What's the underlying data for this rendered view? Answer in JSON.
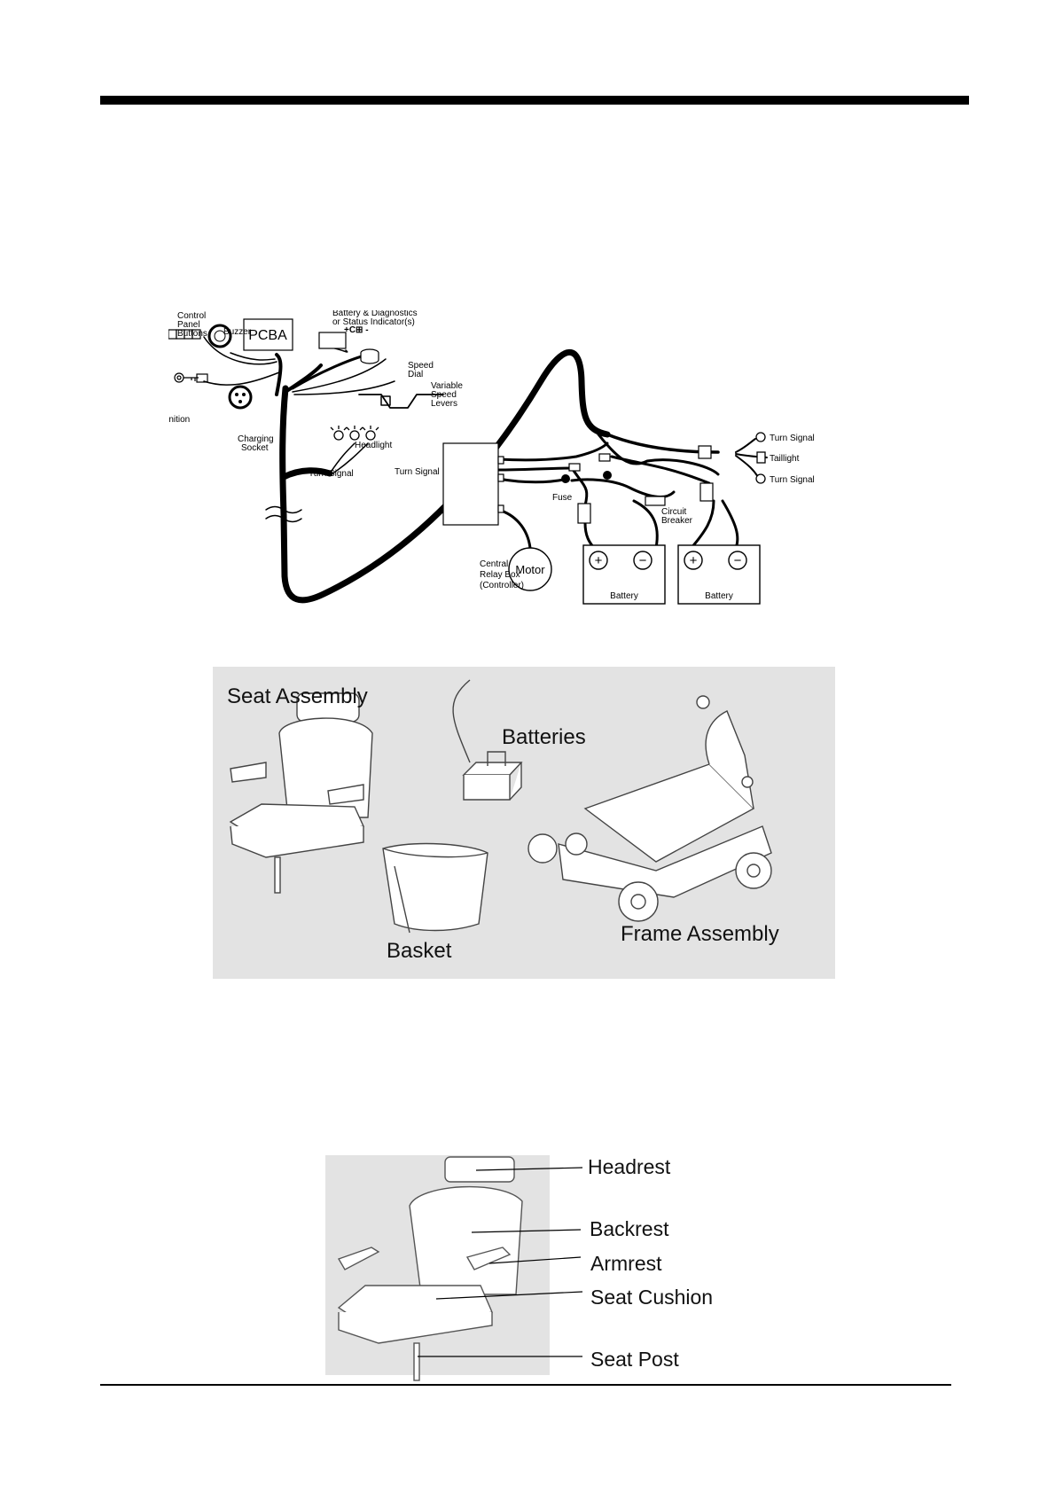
{
  "wiring_diagram": {
    "labels": {
      "control_panel_buttons": [
        "Control",
        "Panel",
        "Buttons"
      ],
      "buzzer": "Buzzer",
      "pcba": "PCBA",
      "battery_indicator": [
        "Battery & Diagnostics",
        "or Status Indicator(s)"
      ],
      "battery_indicator_symbol": "+C⊞ -",
      "speed_dial": [
        "Speed",
        "Dial"
      ],
      "variable_speed_levers": [
        "Variable",
        "Speed",
        "Levers"
      ],
      "ignition": "Ignition",
      "charging_socket": [
        "Charging",
        "Socket"
      ],
      "headlight": "Headlight",
      "turn_signal_left": "Turn Signal",
      "turn_signal_right": "Turn Signal",
      "fuse": "Fuse",
      "circuit_breaker": [
        "Circuit",
        "Breaker"
      ],
      "central_relay_box": [
        "Central",
        "Relay Box",
        "(Controller)"
      ],
      "motor": "Motor",
      "battery_1": "Battery",
      "battery_2": "Battery",
      "rear_turn_signal_top": "Turn Signal",
      "taillight": "Taillight",
      "rear_turn_signal_bottom": "Turn Signal",
      "plus": "+",
      "minus": "−"
    }
  },
  "parts_panel": {
    "seat_assembly": "Seat Assembly",
    "batteries": "Batteries",
    "basket": "Basket",
    "frame_assembly": "Frame Assembly"
  },
  "seat_callouts": {
    "headrest": "Headrest",
    "backrest": "Backrest",
    "armrest": "Armrest",
    "seat_cushion": "Seat Cushion",
    "seat_post": "Seat Post"
  }
}
